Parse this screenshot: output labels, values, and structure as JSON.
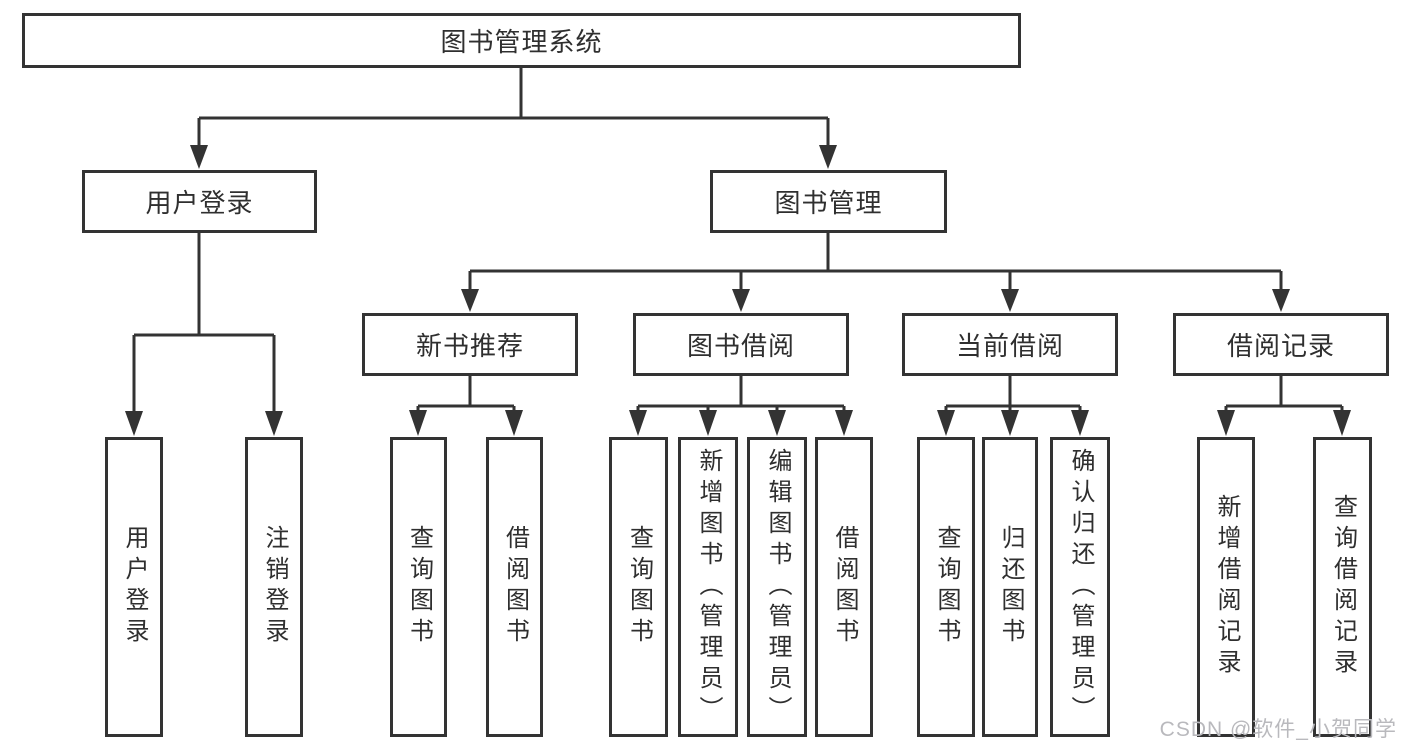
{
  "diagram": {
    "title_node": "图书管理系统",
    "nodes": {
      "root": "图书管理系统",
      "level2": [
        "用户登录",
        "图书管理"
      ],
      "level3": [
        "新书推荐",
        "图书借阅",
        "当前借阅",
        "借阅记录"
      ],
      "leafGroups": [
        [
          "用户登录",
          "注销登录"
        ],
        [
          "查询图书",
          "借阅图书"
        ],
        [
          "查询图书",
          "新增图书（管理员）",
          "编辑图书（管理员）",
          "借阅图书"
        ],
        [
          "查询图书",
          "归还图书",
          "确认归还（管理员）"
        ],
        [
          "新增借阅记录",
          "查询借阅记录"
        ]
      ]
    },
    "colors": {
      "line": "#333333",
      "box_border": "#333333",
      "box_fill": "#ffffff",
      "text": "#2f2f2f",
      "watermark": "#b9b9bd"
    },
    "watermark": "CSDN @软件_小贺同学"
  }
}
